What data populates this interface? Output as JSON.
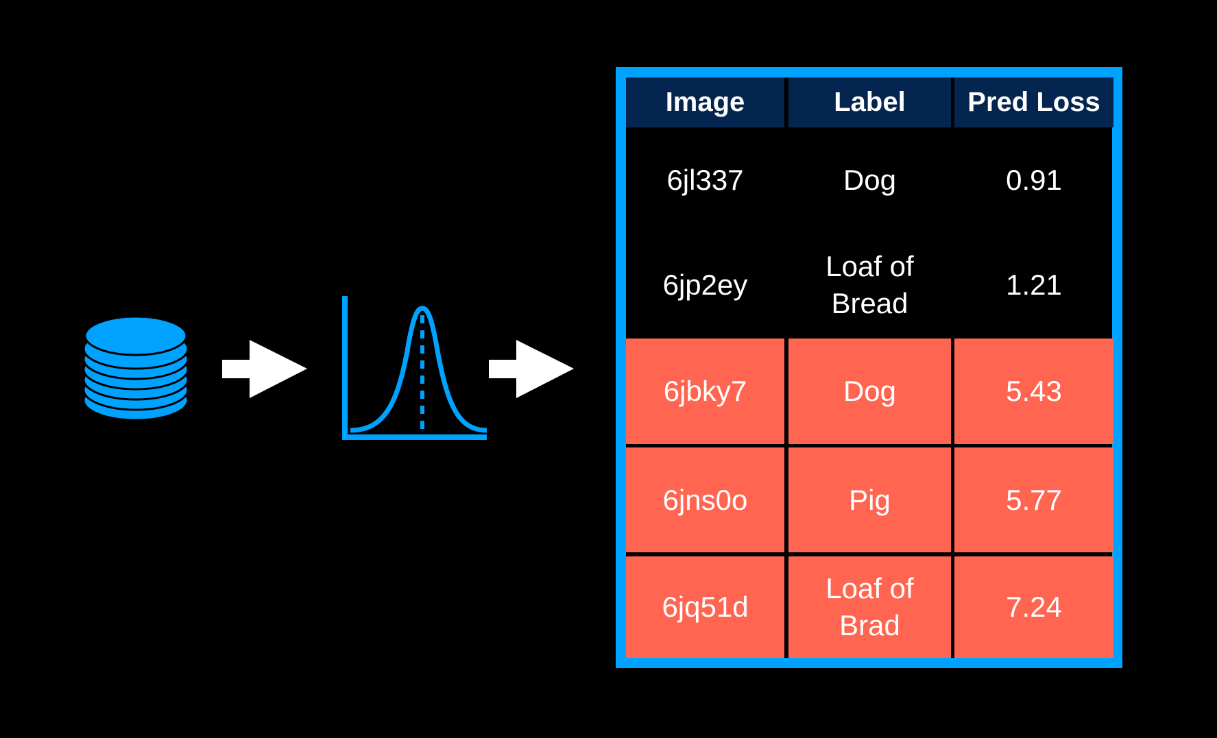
{
  "colors": {
    "accent": "#00A2FF",
    "header": "#03254F",
    "highlight": "#FF6550"
  },
  "icons": [
    "database-icon",
    "arrow-right-icon",
    "normal-distribution-icon"
  ],
  "table": {
    "headers": [
      "Image",
      "Label",
      "Pred Loss"
    ],
    "rows": [
      {
        "image": "6jl337",
        "label": "Dog",
        "loss": "0.91",
        "highlighted": false
      },
      {
        "image": "6jp2ey",
        "label": "Loaf of Bread",
        "loss": "1.21",
        "highlighted": false
      },
      {
        "image": "6jbky7",
        "label": "Dog",
        "loss": "5.43",
        "highlighted": true
      },
      {
        "image": "6jns0o",
        "label": "Pig",
        "loss": "5.77",
        "highlighted": true
      },
      {
        "image": "6jq51d",
        "label": "Loaf of Brad",
        "loss": "7.24",
        "highlighted": true
      }
    ]
  }
}
